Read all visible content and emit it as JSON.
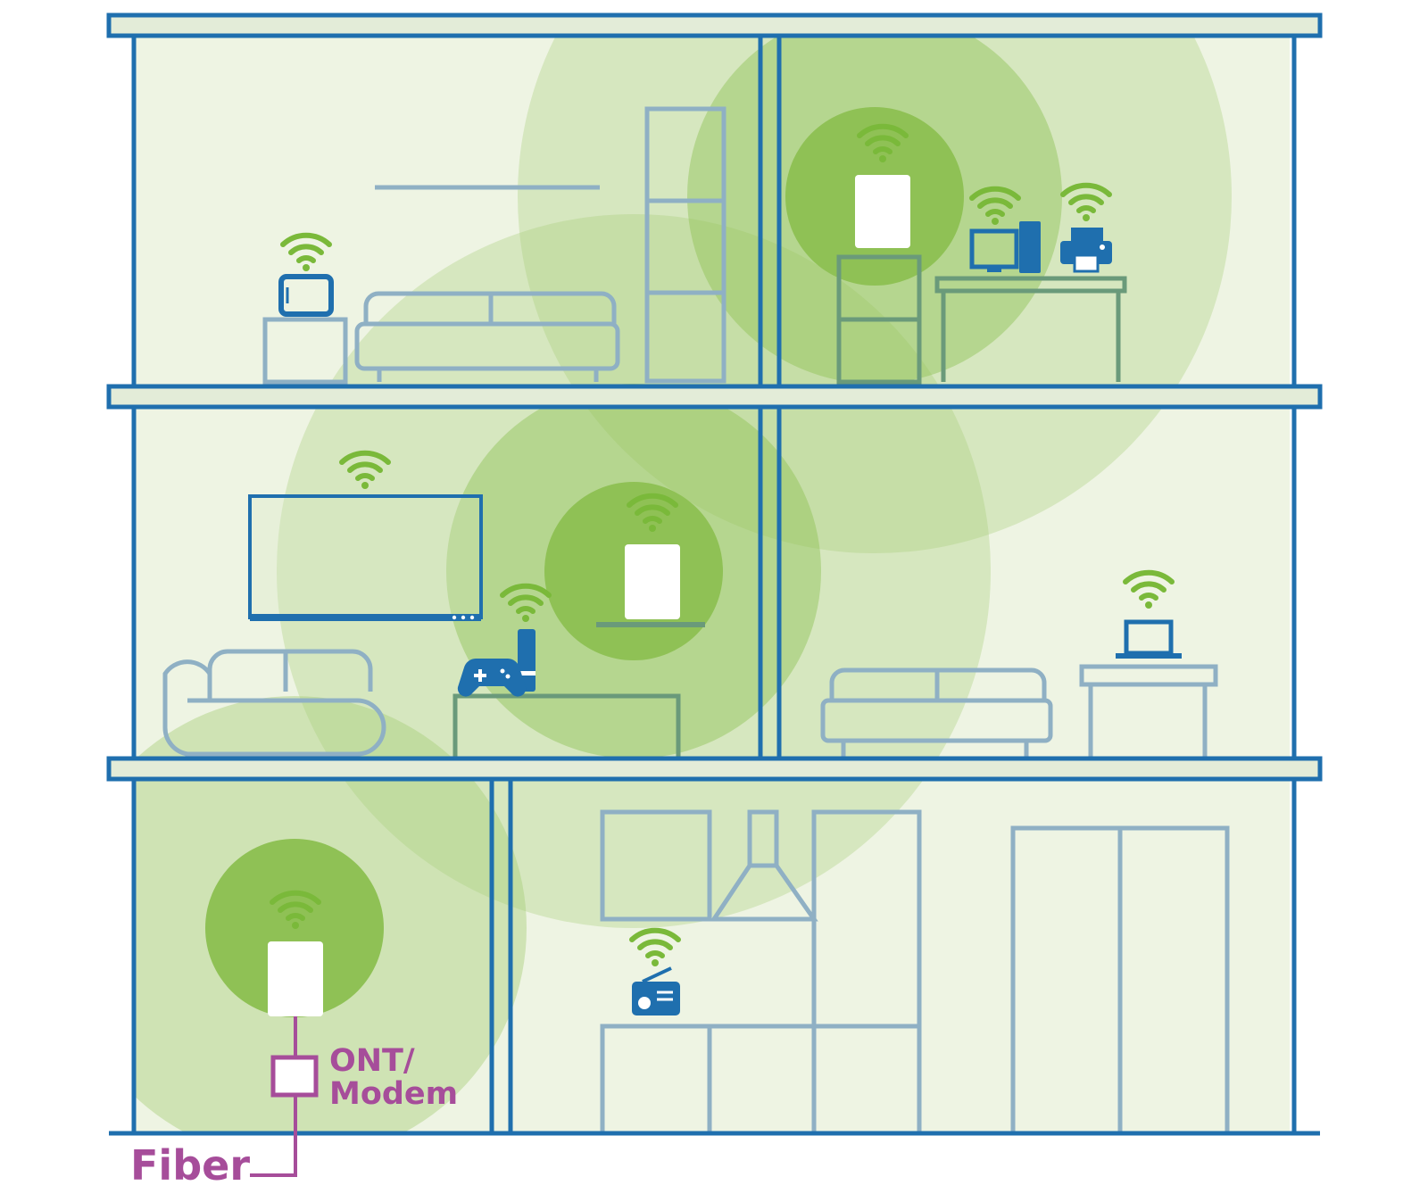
{
  "labels": {
    "ont_line1": "ONT/",
    "ont_line2": "Modem",
    "fiber": "Fiber"
  },
  "colors": {
    "wall": "#1f6fae",
    "furniture": "#8fb0c4",
    "device": "#1f6fae",
    "wifi": "#7ab93a",
    "coverage_inner": "#8fc155",
    "coverage_outer": "#b9d991",
    "room_bg": "#e9f1dc",
    "fiber": "#a64d9a",
    "access_point": "#ffffff"
  },
  "icons": {
    "wifi": "wifi-signal-icon",
    "tablet": "tablet-icon",
    "desktop": "desktop-computer-icon",
    "printer": "printer-icon",
    "tv": "television-icon",
    "gamepad": "game-controller-icon",
    "laptop": "laptop-icon",
    "radio": "radio-icon",
    "access_point": "mesh-access-point-icon"
  }
}
